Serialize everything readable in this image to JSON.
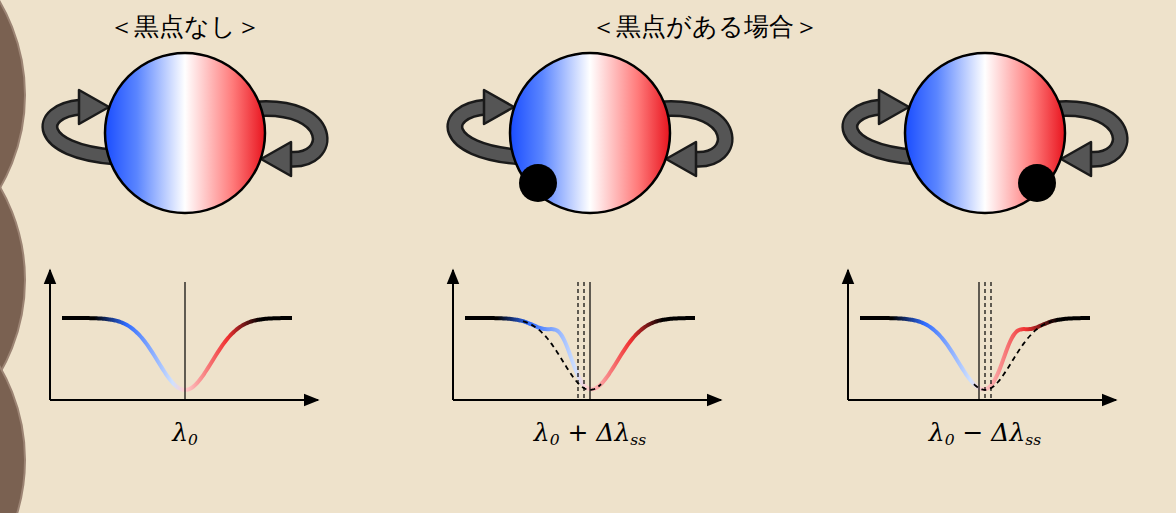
{
  "diagram": {
    "labels": [
      "＜黒点なし＞",
      "＜黒点がある場合＞",
      "λ0",
      "λ0 + Δλss",
      "λ0 − Δλss"
    ]
  }
}
